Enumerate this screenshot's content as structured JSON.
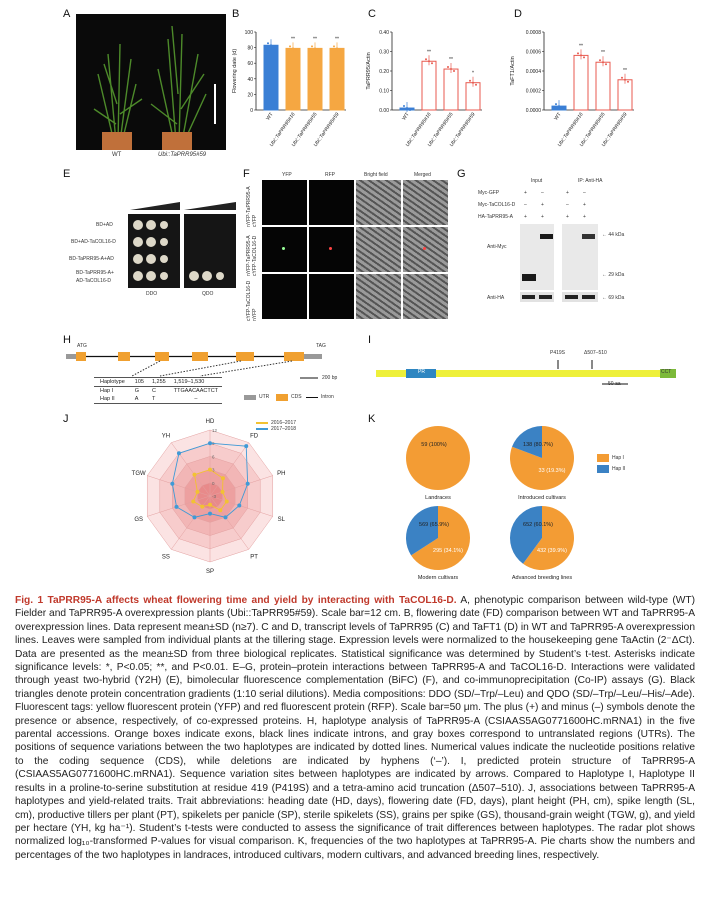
{
  "panels": {
    "A": {
      "label": "A",
      "wt": "WT",
      "oe": "Ubi::TaPRR95#59"
    },
    "B": {
      "label": "B",
      "ylabel": "Flowering date (d)",
      "yticks": [
        "0",
        "20",
        "40",
        "60",
        "80",
        "100"
      ],
      "categories": [
        "WT",
        "Ubi::TaPRR95#16",
        "Ubi::TaPRR95#55",
        "Ubi::TaPRR95#59"
      ],
      "stars": [
        "",
        "**",
        "**",
        "**"
      ]
    },
    "C": {
      "label": "C",
      "ylabel": "TaPRR95/Actin",
      "yticks": [
        "0.00",
        "0.10",
        "0.20",
        "0.30",
        "0.40"
      ],
      "categories": [
        "WT",
        "Ubi::TaPRR95#16",
        "Ubi::TaPRR95#55",
        "Ubi::TaPRR95#59"
      ],
      "stars": [
        "",
        "**",
        "**",
        "*"
      ]
    },
    "D": {
      "label": "D",
      "ylabel": "TaFT1/Actin",
      "yticks": [
        "0.0000",
        "0.0002",
        "0.0004",
        "0.0006",
        "0.0008"
      ],
      "categories": [
        "WT",
        "Ubi::TaPRR95#16",
        "Ubi::TaPRR95#55",
        "Ubi::TaPRR95#59"
      ],
      "stars": [
        "",
        "**",
        "**",
        "**"
      ]
    },
    "E": {
      "label": "E",
      "rows": [
        "BD+AD",
        "BD+AD-TaCOL16-D",
        "BD-TaPRR95-A+AD",
        "BD-TaPRR95-A+",
        "AD-TaCOL16-D"
      ],
      "media": [
        "DDO",
        "QDO"
      ]
    },
    "F": {
      "label": "F",
      "cols": [
        "YFP",
        "RFP",
        "Bright field",
        "Merged"
      ],
      "rows": [
        "nYFP-TaPRR95-A cYFP",
        "nYFP-TaPRR95-A cYFP-TaCOL16-D",
        "cYFP-TaCOL16-D nYFP"
      ]
    },
    "G": {
      "label": "G",
      "groups": [
        "Input",
        "IP: Anti-HA"
      ],
      "rowlabels": [
        "Myc-GFP",
        "Myc-TaCOL16-D",
        "HA-TaPRR95-A"
      ],
      "signs": [
        [
          "+",
          "–",
          "+",
          "–"
        ],
        [
          "–",
          "+",
          "–",
          "+"
        ],
        [
          "+",
          "+",
          "+",
          "+"
        ]
      ],
      "blots": [
        "Anti-Myc",
        "Anti-HA"
      ],
      "markers": [
        "← 44 kDa",
        "← 29 kDa",
        "← 69 kDa"
      ]
    },
    "H": {
      "label": "H",
      "atg": "ATG",
      "tag": "TAG",
      "scale": "200 bp",
      "table_header": [
        "Haplotype",
        "105",
        "1,255",
        "1,519–1,530"
      ],
      "hap1": [
        "Hap I",
        "G",
        "C",
        "TTGAACAACTCT"
      ],
      "hap2": [
        "Hap II",
        "A",
        "T",
        "–"
      ],
      "legend": [
        "UTR",
        "CDS",
        "Intron"
      ]
    },
    "I": {
      "label": "I",
      "domains": [
        "PR",
        "CCT"
      ],
      "mut1": "P419S",
      "mut2": "Δ507–510",
      "scale": "50 aa"
    },
    "J": {
      "label": "J",
      "axes": [
        "HD",
        "FD",
        "PH",
        "SL",
        "PT",
        "SP",
        "SS",
        "GS",
        "TGW",
        "YH"
      ],
      "ticks": [
        "-3",
        "0",
        "3",
        "6",
        "9",
        "12"
      ],
      "series": [
        {
          "name": "2016–2017",
          "values": [
            3,
            2,
            0,
            1,
            1,
            -1,
            0,
            1,
            0,
            3
          ],
          "color": "#f2c232"
        },
        {
          "name": "2017–2018",
          "values": [
            9,
            11,
            6,
            4,
            3,
            1,
            3,
            5,
            6,
            9
          ],
          "color": "#3f9ad6"
        }
      ]
    },
    "K": {
      "label": "K",
      "legend": [
        "Hap I",
        "Hap II"
      ],
      "pies": [
        {
          "name": "Landraces",
          "hap1": "59 (100%)",
          "hap2": "",
          "frac2": 0
        },
        {
          "name": "Introduced cultivars",
          "hap1": "138 (80.7%)",
          "hap2": "33 (19.3%)",
          "frac2": 0.193
        },
        {
          "name": "Modern cultivars",
          "hap1": "569 (65.9%)",
          "hap2": "295 (34.1%)",
          "frac2": 0.341
        },
        {
          "name": "Advanced breeding lines",
          "hap1": "652 (60.1%)",
          "hap2": "432 (39.9%)",
          "frac2": 0.399
        }
      ],
      "colors": {
        "hap1": "#f39c34",
        "hap2": "#3b82c4"
      }
    }
  },
  "chart_data": [
    {
      "type": "bar",
      "title": "",
      "ylabel": "Flowering date (d)",
      "categories": [
        "WT",
        "Ubi::TaPRR95#16",
        "Ubi::TaPRR95#55",
        "Ubi::TaPRR95#59"
      ],
      "values": [
        83,
        79,
        79,
        79
      ],
      "ylim": [
        0,
        100
      ]
    },
    {
      "type": "bar",
      "title": "",
      "ylabel": "TaPRR95/Actin",
      "categories": [
        "WT",
        "Ubi::TaPRR95#16",
        "Ubi::TaPRR95#55",
        "Ubi::TaPRR95#59"
      ],
      "values": [
        0.01,
        0.25,
        0.21,
        0.14
      ],
      "ylim": [
        0,
        0.4
      ]
    },
    {
      "type": "bar",
      "title": "",
      "ylabel": "TaFT1/Actin",
      "categories": [
        "WT",
        "Ubi::TaPRR95#16",
        "Ubi::TaPRR95#55",
        "Ubi::TaPRR95#59"
      ],
      "values": [
        4e-05,
        0.00056,
        0.00049,
        0.00031
      ],
      "ylim": [
        0,
        0.0008
      ]
    }
  ],
  "caption": {
    "title": "Fig. 1  TaPRR95-A affects wheat flowering time and yield by interacting with TaCOL16-D.",
    "body": " A, phenotypic comparison between wild-type (WT) Fielder and TaPRR95-A overexpression plants (Ubi::TaPRR95#59). Scale bar=12 cm. B, flowering date (FD) comparison between WT and TaPRR95-A overexpression lines. Data represent mean±SD (n≥7). C and D, transcript levels of TaPRR95 (C) and TaFT1 (D) in WT and TaPRR95-A overexpression lines. Leaves were sampled from individual plants at the tillering stage. Expression levels were normalized to the housekeeping gene TaActin (2⁻ΔCt). Data are presented as the mean±SD from three biological replicates. Statistical significance was determined by Student’s t-test. Asterisks indicate significance levels: *, P<0.05; **, and P<0.01. E–G, protein–protein interactions between TaPRR95-A and TaCOL16-D. Interactions were validated through yeast two-hybrid (Y2H) (E), bimolecular fluorescence complementation (BiFC) (F), and co-immunoprecipitation (Co-IP) assays (G). Black triangles denote protein concentration gradients (1:10 serial dilutions). Media compositions: DDO (SD/–Trp/–Leu) and QDO (SD/–Trp/–Leu/–His/–Ade). Fluorescent tags: yellow fluorescent protein (YFP) and red fluorescent protein (RFP). Scale bar=50 μm. The plus (+) and minus (–) symbols denote the presence or absence, respectively, of co-expressed proteins. H, haplotype analysis of TaPRR95-A (CSIAAS5AG0771600HC.mRNA1) in the five parental accessions. Orange boxes indicate exons, black lines indicate introns, and gray boxes correspond to untranslated regions (UTRs). The positions of sequence variations between the two haplotypes are indicated by dotted lines. Numerical values indicate the nucleotide positions relative to the coding sequence (CDS), while deletions are indicated by hyphens (‘–’). I, predicted protein structure of TaPRR95-A (CSIAAS5AG0771600HC.mRNA1). Sequence variation sites between haplotypes are indicated by arrows. Compared to Haplotype I, Haplotype II results in a proline-to-serine substitution at residue 419 (P419S) and a tetra-amino acid truncation (Δ507–510). J, associations between TaPRR95-A haplotypes and yield-related traits. Trait abbreviations: heading date (HD, days), flowering date (FD, days), plant height (PH, cm), spike length (SL, cm), productive tillers per plant (PT), spikelets per panicle (SP), sterile spikelets (SS), grains per spike (GS), thousand-grain weight (TGW, g), and yield per hectare (YH, kg ha⁻¹). Student’s t-tests were conducted to assess the significance of trait differences between haplotypes. The radar plot shows normalized log₁₀-transformed P-values for visual comparison. K, frequencies of the two haplotypes at TaPRR95-A. Pie charts show the numbers and percentages of the two haplotypes in landraces, introduced cultivars, modern cultivars, and advanced breeding lines, respectively."
  }
}
